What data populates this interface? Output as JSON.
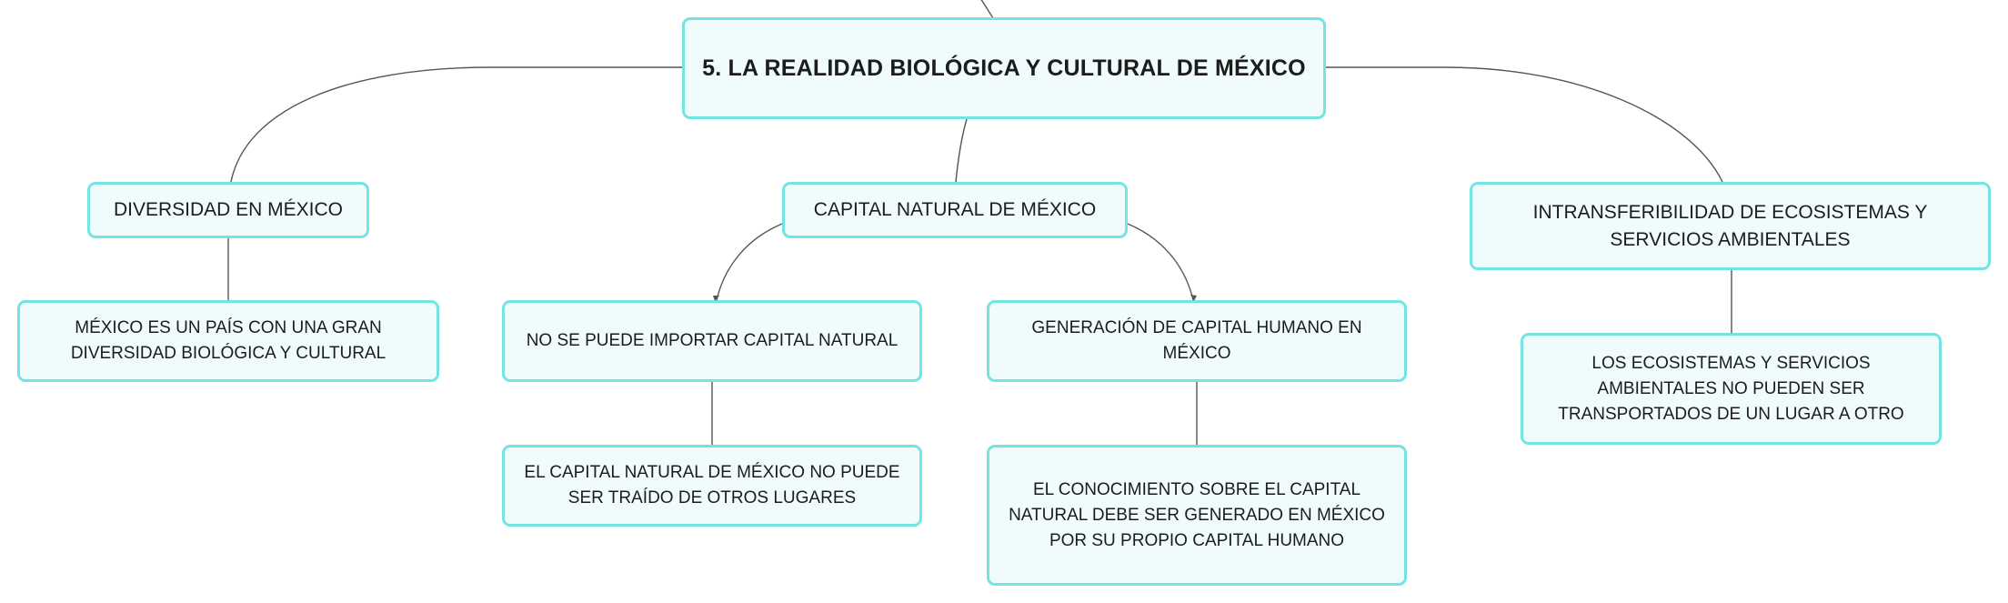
{
  "diagram": {
    "root": "5. LA REALIDAD BIOLÓGICA Y CULTURAL DE MÉXICO",
    "branches": [
      {
        "label": "DIVERSIDAD EN MÉXICO",
        "children": [
          {
            "label": "MÉXICO ES UN PAÍS CON UNA GRAN DIVERSIDAD BIOLÓGICA Y CULTURAL"
          }
        ]
      },
      {
        "label": "CAPITAL NATURAL DE MÉXICO",
        "children": [
          {
            "label": "NO SE PUEDE IMPORTAR CAPITAL NATURAL",
            "children": [
              {
                "label": "EL CAPITAL NATURAL DE MÉXICO NO PUEDE SER TRAÍDO DE OTROS LUGARES"
              }
            ]
          },
          {
            "label": "GENERACIÓN DE CAPITAL HUMANO EN MÉXICO",
            "children": [
              {
                "label": "EL CONOCIMIENTO SOBRE EL CAPITAL NATURAL DEBE SER GENERADO EN MÉXICO POR SU PROPIO CAPITAL HUMANO"
              }
            ]
          }
        ]
      },
      {
        "label": "INTRANSFERIBILIDAD DE ECOSISTEMAS Y SERVICIOS AMBIENTALES",
        "children": [
          {
            "label": "LOS ECOSISTEMAS Y SERVICIOS AMBIENTALES NO PUEDEN SER TRANSPORTADOS DE UN LUGAR A OTRO"
          }
        ]
      }
    ]
  },
  "colors": {
    "node_border": "#74e3e3",
    "node_fill": "#f0fcfc",
    "connector": "#555555",
    "text": "#1c1c1c"
  }
}
